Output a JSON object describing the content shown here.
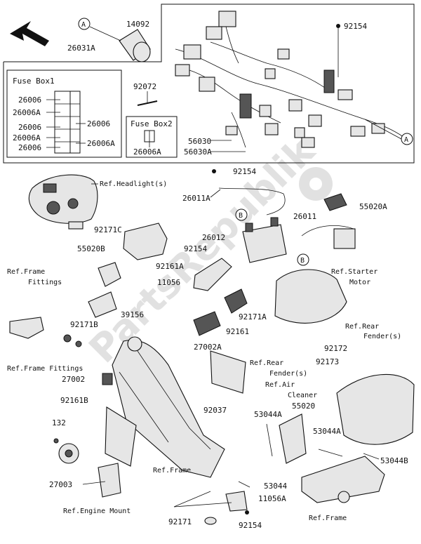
{
  "watermark": "PartsRepublik",
  "fuse_box1": {
    "title": "Fuse Box1",
    "left_labels": [
      "26006",
      "26006A",
      "26006",
      "26006A",
      "26006"
    ],
    "right_labels": [
      "26006",
      "26006A"
    ]
  },
  "fuse_box2": {
    "title": "Fuse Box2",
    "label": "26006A"
  },
  "callouts": {
    "a": "A",
    "b": "B"
  },
  "parts": {
    "p14092": "14092",
    "p26031A": "26031A",
    "p92154_top": "92154",
    "p92072": "92072",
    "p56030": "56030",
    "p56030A": "56030A",
    "p92154_mid": "92154",
    "p26011A": "26011A",
    "p92171C": "92171C",
    "p55020A": "55020A",
    "p26011": "26011",
    "p55020B": "55020B",
    "p26012": "26012",
    "p92154_b": "92154",
    "p92161A": "92161A",
    "p11056": "11056",
    "p39156": "39156",
    "p92171A": "92171A",
    "p92171B": "92171B",
    "p92161": "92161",
    "p27002A": "27002A",
    "p92172": "92172",
    "p92173": "92173",
    "p27002": "27002",
    "p92161B": "92161B",
    "p92037": "92037",
    "p53044A": "53044A",
    "p55020": "55020",
    "p132": "132",
    "p53044A_b": "53044A",
    "p53044B": "53044B",
    "p27003": "27003",
    "p53044": "53044",
    "p11056A": "11056A",
    "p92171": "92171",
    "p92154_bot": "92154"
  },
  "refs": {
    "headlight": "Ref.Headlight(s)",
    "frame_fittings_1": "Ref.Frame",
    "frame_fittings_2": "Fittings",
    "frame_fittings": "Ref.Frame Fittings",
    "starter_1": "Ref.Starter",
    "starter_2": "Motor",
    "rear_fender_1": "Ref.Rear",
    "rear_fender_2": "Fender(s)",
    "rear_fender_mid_1": "Ref.Rear",
    "rear_fender_mid_2": "Fender(s)",
    "air_cleaner_1": "Ref.Air",
    "air_cleaner_2": "Cleaner",
    "frame_mid": "Ref.Frame",
    "engine_mount": "Ref.Engine Mount",
    "frame_right": "Ref.Frame"
  }
}
